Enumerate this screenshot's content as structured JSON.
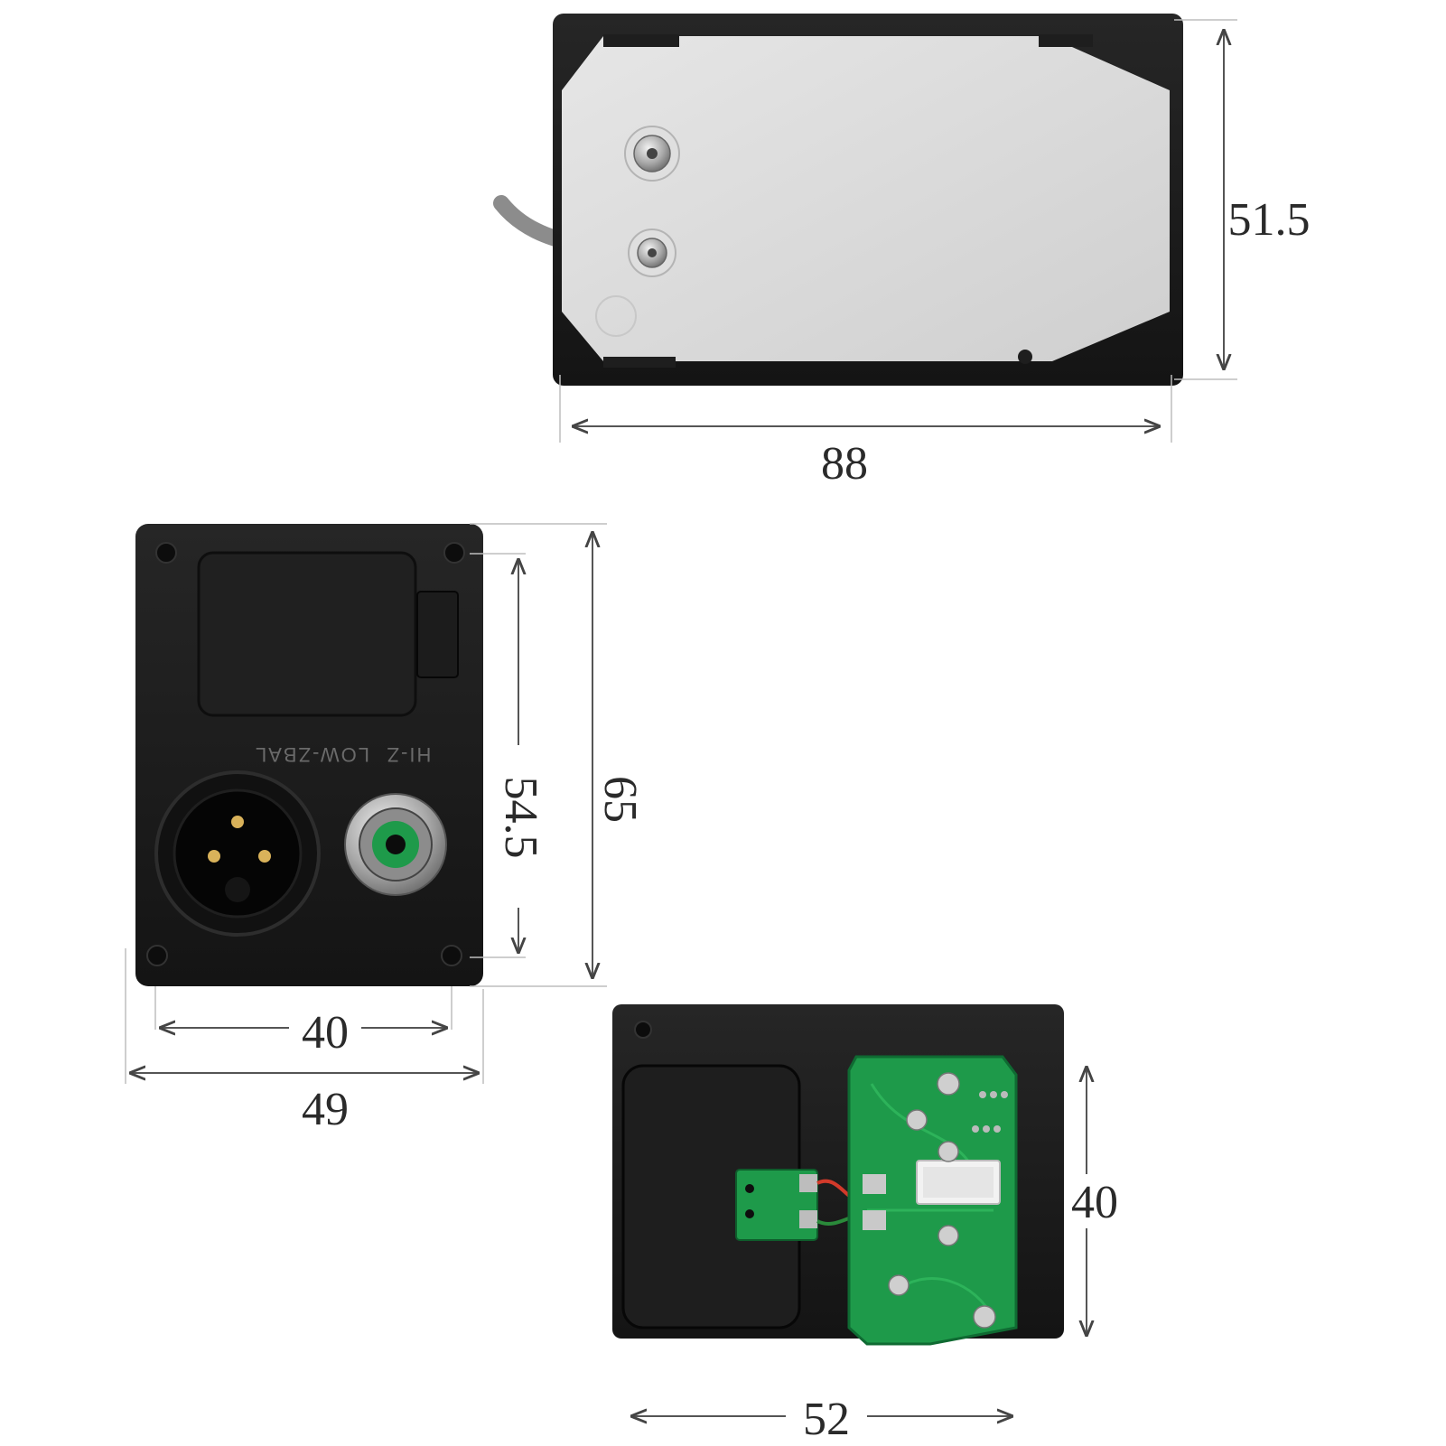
{
  "dimensions": {
    "top_width": "88",
    "top_height": "51.5",
    "front_width_outer": "49",
    "front_width_inner": "40",
    "front_height_inner": "54.5",
    "front_height_outer": "65",
    "back_width": "52",
    "back_height": "40"
  },
  "panel_labels": {
    "low_z": "LOW-ZBAL",
    "hi_z": "HI-Z"
  },
  "colors": {
    "housing": "#1a1a1a",
    "plate": "#dcdcdc",
    "pcb": "#1e9a4a",
    "metal": "#a8a8a8",
    "cable": "#8a8a8a"
  }
}
